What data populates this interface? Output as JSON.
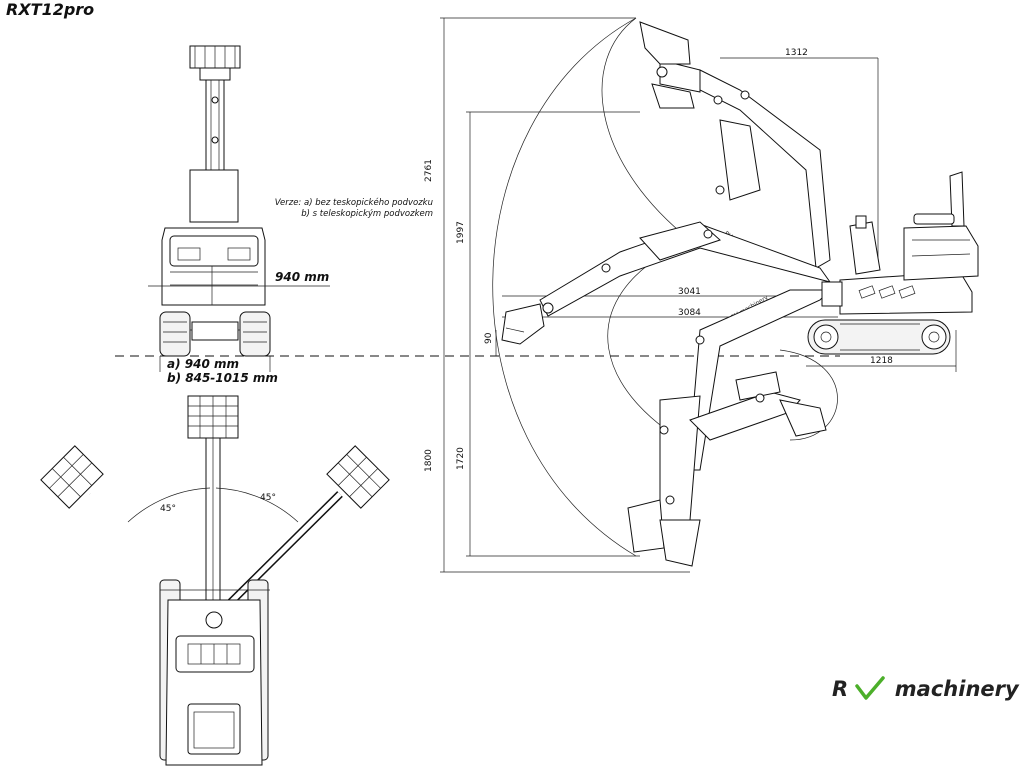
{
  "title": "RXT12pro",
  "versions_note": {
    "line1": "Verze: a) bez teskopického podvozku",
    "line2": "b) s teleskopickým podvozkem"
  },
  "front_view": {
    "width_label": "940 mm",
    "track_label_a": "a)  940 mm",
    "track_label_b": "b) 845-1015 mm"
  },
  "top_view": {
    "angle_left": "45°",
    "angle_right": "45°"
  },
  "side_view": {
    "dim_1312": "1312",
    "dim_2761": "2761",
    "dim_1997": "1997",
    "dim_3041": "3041",
    "dim_3084": "3084",
    "dim_90": "90",
    "dim_1218": "1218",
    "dim_1800": "1800",
    "dim_1720": "1720",
    "arm_brand": "RV machinery"
  },
  "logo": {
    "left": "R",
    "right": "machinery",
    "accent_color": "#4caf2a"
  }
}
